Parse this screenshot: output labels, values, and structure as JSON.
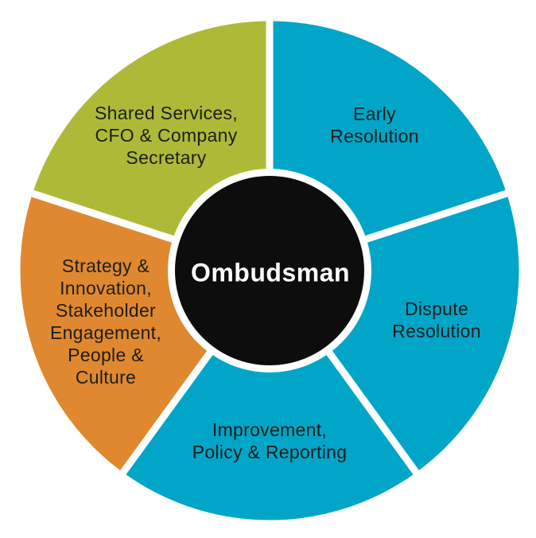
{
  "center": {
    "label": "Ombudsman",
    "bg_color": "#0d0d0d",
    "text_color": "#ffffff"
  },
  "segments": [
    {
      "id": "early-resolution",
      "label": "Early\nResolution",
      "color": "#00a5c8"
    },
    {
      "id": "dispute-resolution",
      "label": "Dispute\nResolution",
      "color": "#00a5c8"
    },
    {
      "id": "improvement-policy-reporting",
      "label": "Improvement,\nPolicy & Reporting",
      "color": "#00a5c8"
    },
    {
      "id": "strategy-innovation-stakeholder-people",
      "label": "Strategy &\nInnovation,\nStakeholder\nEngagement,\nPeople &\nCulture",
      "color": "#e0882f"
    },
    {
      "id": "shared-services-cfo-company-secretary",
      "label": "Shared Services,\nCFO & Company\nSecretary",
      "color": "#aeba37"
    }
  ],
  "chart_data": {
    "type": "pie",
    "title": "Ombudsman",
    "categories": [
      "Early Resolution",
      "Dispute Resolution",
      "Improvement, Policy & Reporting",
      "Strategy & Innovation, Stakeholder Engagement, People & Culture",
      "Shared Services, CFO & Company Secretary"
    ],
    "values": [
      20,
      20,
      20,
      20,
      20
    ],
    "colors": [
      "#00a5c8",
      "#00a5c8",
      "#00a5c8",
      "#e0882f",
      "#aeba37"
    ],
    "layout": "donut with solid black center hub, five equal 72-degree wedges separated by white gaps, first divider at 12 o'clock"
  }
}
